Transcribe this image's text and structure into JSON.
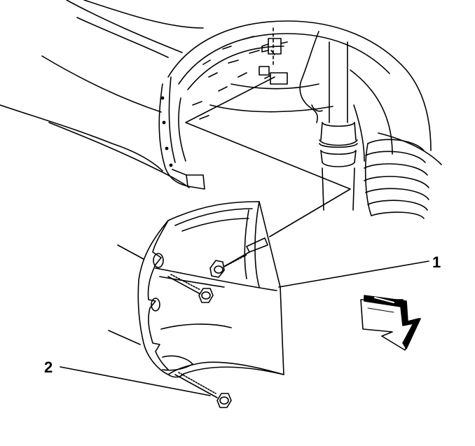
{
  "callouts": [
    {
      "id": "1",
      "label": "1"
    },
    {
      "id": "2",
      "label": "2"
    }
  ],
  "colors": {
    "line": "#000000",
    "background": "#ffffff",
    "arrow_fill": "#000000"
  },
  "icons": {
    "direction_arrow": "forward-direction-arrow-icon"
  }
}
